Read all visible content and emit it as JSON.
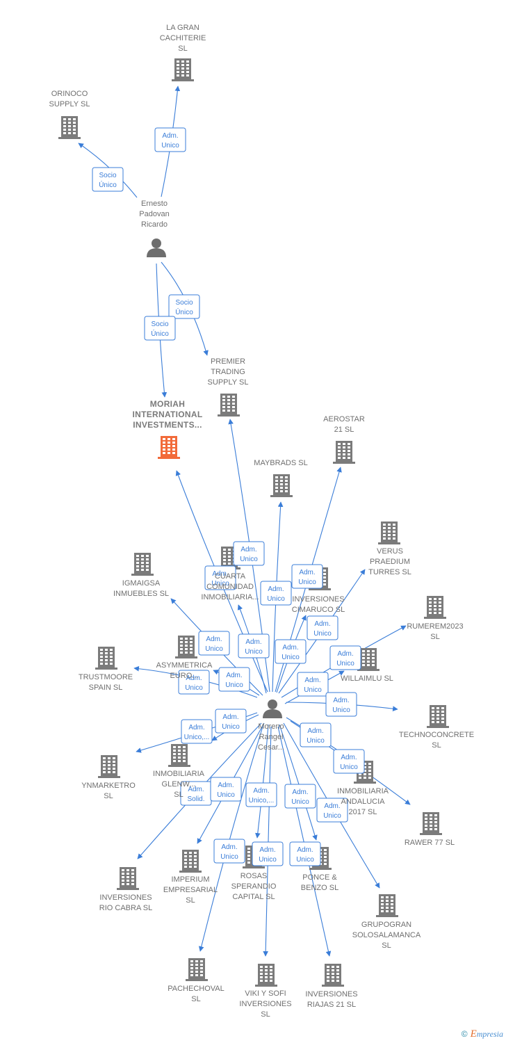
{
  "colors": {
    "edge": "#3a7dd8",
    "building": "#7b7b7b",
    "focus": "#f26b3a",
    "person": "#6e6e6e",
    "label": "#6f6f6f"
  },
  "nodes": [
    {
      "id": "la-gran-cachiterie",
      "type": "company",
      "label": "LA GRAN\nCACHITERIE\nSL"
    },
    {
      "id": "orinoco-supply",
      "type": "company",
      "label": "ORINOCO\nSUPPLY  SL"
    },
    {
      "id": "ernesto",
      "type": "person",
      "label": "Ernesto\nPadovan\nRicardo"
    },
    {
      "id": "premier-trading",
      "type": "company",
      "label": "PREMIER\nTRADING\nSUPPLY  SL"
    },
    {
      "id": "moriah",
      "type": "focus",
      "label": "MORIAH\nINTERNATIONAL\nINVESTMENTS..."
    },
    {
      "id": "aerostar",
      "type": "company",
      "label": "AEROSTAR\n21  SL"
    },
    {
      "id": "maybrads",
      "type": "company",
      "label": "MAYBRADS  SL"
    },
    {
      "id": "verus",
      "type": "company",
      "label": "VERUS\nPRAEDIUM\nTURRES  SL"
    },
    {
      "id": "igmaigsa",
      "type": "company",
      "label": "IGMAIGSA\nINMUEBLES  SL"
    },
    {
      "id": "cuarta",
      "type": "company",
      "label": "CUARTA\nCOMUNIDAD\nINMOBILIARIA..."
    },
    {
      "id": "cimaruco",
      "type": "company",
      "label": "INVERSIONES\nCIMARUCO  SL"
    },
    {
      "id": "rumerem",
      "type": "company",
      "label": "RUMEREM2023\nSL"
    },
    {
      "id": "trustmoore",
      "type": "company",
      "label": "TRUSTMOORE\nSPAIN  SL"
    },
    {
      "id": "asymmetrica",
      "type": "company",
      "label": "ASYMMETRICA\nEURO..."
    },
    {
      "id": "willaimlu",
      "type": "company",
      "label": "WILLAIMLU  SL"
    },
    {
      "id": "technoconcrete",
      "type": "company",
      "label": "TECHNOCONCRETE\nSL"
    },
    {
      "id": "moreno",
      "type": "person",
      "label": "Moreno\nRangel\nCesar..."
    },
    {
      "id": "ynmarketro",
      "type": "company",
      "label": "YNMARKETRO\nSL"
    },
    {
      "id": "glenwood",
      "type": "company",
      "label": "INMOBILIARIA\nGLENW...\nSL"
    },
    {
      "id": "andalucia",
      "type": "company",
      "label": "INMOBILIARIA\nANDALUCIA\n2017  SL"
    },
    {
      "id": "rawer77",
      "type": "company",
      "label": "RAWER 77  SL"
    },
    {
      "id": "rio-cabra",
      "type": "company",
      "label": "INVERSIONES\nRIO CABRA  SL"
    },
    {
      "id": "imperium",
      "type": "company",
      "label": "IMPERIUM\nEMPRESARIAL\nSL"
    },
    {
      "id": "rosas",
      "type": "company",
      "label": "ROSAS\nSPERANDIO\nCAPITAL  SL"
    },
    {
      "id": "ponce",
      "type": "company",
      "label": "PONCE &\nBENZO  SL"
    },
    {
      "id": "grupogran",
      "type": "company",
      "label": "GRUPOGRAN\nSOLOSALAMANCA\nSL"
    },
    {
      "id": "pachechoval",
      "type": "company",
      "label": "PACHECHOVAL\nSL"
    },
    {
      "id": "viki-sofi",
      "type": "company",
      "label": "VIKI Y SOFI\nINVERSIONES\nSL"
    },
    {
      "id": "riajas",
      "type": "company",
      "label": "INVERSIONES\nRIAJAS 21  SL"
    }
  ],
  "edges": [
    {
      "from": "ernesto",
      "to": "la-gran-cachiterie",
      "label": "Adm.\nUnico"
    },
    {
      "from": "ernesto",
      "to": "orinoco-supply",
      "label": "Socio\nÚnico"
    },
    {
      "from": "ernesto",
      "to": "premier-trading",
      "label": "Socio\nÚnico"
    },
    {
      "from": "ernesto",
      "to": "moriah",
      "label": "Socio\nÚnico"
    },
    {
      "from": "moreno",
      "to": "moriah",
      "label": "Adm.\nUnico"
    },
    {
      "from": "moreno",
      "to": "premier-trading",
      "label": "Adm.\nUnico"
    },
    {
      "from": "moreno",
      "to": "maybrads",
      "label": "Adm.\nUnico"
    },
    {
      "from": "moreno",
      "to": "aerostar",
      "label": "Adm.\nUnico"
    },
    {
      "from": "moreno",
      "to": "verus",
      "label": "Adm.\nUnico"
    },
    {
      "from": "moreno",
      "to": "igmaigsa",
      "label": "Adm.\nUnico"
    },
    {
      "from": "moreno",
      "to": "cuarta",
      "label": "Adm.\nUnico"
    },
    {
      "from": "moreno",
      "to": "cimaruco",
      "label": "Adm.\nUnico"
    },
    {
      "from": "moreno",
      "to": "rumerem",
      "label": "Adm.\nUnico"
    },
    {
      "from": "moreno",
      "to": "trustmoore",
      "label": "Adm.\nUnico"
    },
    {
      "from": "moreno",
      "to": "asymmetrica",
      "label": "Adm.\nUnico"
    },
    {
      "from": "moreno",
      "to": "willaimlu",
      "label": "Adm.\nUnico"
    },
    {
      "from": "moreno",
      "to": "technoconcrete",
      "label": "Adm.\nUnico"
    },
    {
      "from": "moreno",
      "to": "ynmarketro",
      "label": "Adm.\nUnico,..."
    },
    {
      "from": "moreno",
      "to": "glenwood",
      "label": "Adm.\nUnico"
    },
    {
      "from": "moreno",
      "to": "andalucia",
      "label": "Adm.\nUnico"
    },
    {
      "from": "moreno",
      "to": "rawer77",
      "label": "Adm.\nUnico"
    },
    {
      "from": "moreno",
      "to": "rio-cabra",
      "label": "Adm.\nSolid."
    },
    {
      "from": "moreno",
      "to": "imperium",
      "label": "Adm.\nUnico"
    },
    {
      "from": "moreno",
      "to": "rosas",
      "label": "Adm.\nUnico,..."
    },
    {
      "from": "moreno",
      "to": "ponce",
      "label": "Adm.\nUnico"
    },
    {
      "from": "moreno",
      "to": "grupogran",
      "label": "Adm.\nUnico"
    },
    {
      "from": "moreno",
      "to": "pachechoval",
      "label": "Adm.\nUnico"
    },
    {
      "from": "moreno",
      "to": "viki-sofi",
      "label": "Adm.\nUnico"
    },
    {
      "from": "moreno",
      "to": "riajas",
      "label": "Adm.\nUnico"
    }
  ],
  "footer": {
    "copyright": "©",
    "brand_first": "E",
    "brand_rest": "mpresia"
  }
}
